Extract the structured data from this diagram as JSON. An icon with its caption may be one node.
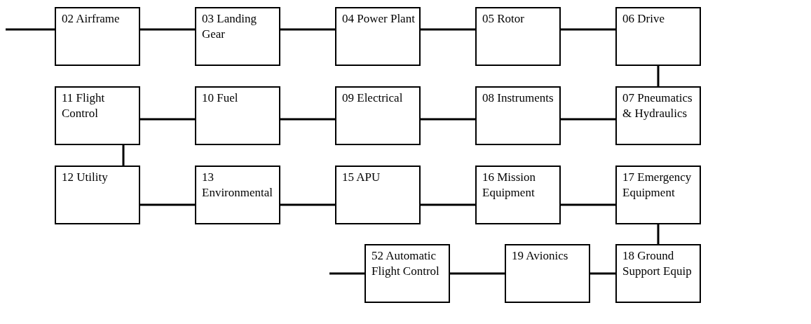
{
  "diagram": {
    "nodes": [
      {
        "text": [
          "02 Airframe"
        ]
      },
      {
        "text": [
          "03 Landing Gear"
        ]
      },
      {
        "text": [
          "04 Power Plant"
        ]
      },
      {
        "text": [
          "05 Rotor"
        ]
      },
      {
        "text": [
          "06 Drive"
        ]
      },
      {
        "text": [
          "11 Flight Control"
        ]
      },
      {
        "text": [
          "10 Fuel"
        ]
      },
      {
        "text": [
          "09 Electrical"
        ]
      },
      {
        "text": [
          "08 Instruments"
        ]
      },
      {
        "text": [
          "07 Pneumatics & Hydraulics"
        ]
      },
      {
        "text": [
          "12 Utility"
        ]
      },
      {
        "text": [
          "13 Environmental"
        ]
      },
      {
        "text": [
          "15 APU"
        ]
      },
      {
        "text": [
          "16 Mission Equipment"
        ]
      },
      {
        "text": [
          "17 Emergency Equipment"
        ]
      },
      {
        "text": [
          "52 Automatic Flight Control"
        ]
      },
      {
        "text": [
          "19 Avionics"
        ]
      },
      {
        "text": [
          "18 Ground Support Equip"
        ]
      }
    ],
    "edges": [
      {
        "from": null,
        "to": 0,
        "arrow": "none"
      },
      {
        "from": 0,
        "to": 1,
        "arrow": "none"
      },
      {
        "from": 1,
        "to": 2,
        "arrow": "none"
      },
      {
        "from": 2,
        "to": 3,
        "arrow": "none"
      },
      {
        "from": 3,
        "to": 4,
        "arrow": "none"
      },
      {
        "from": 4,
        "to": 9,
        "arrow": "none"
      },
      {
        "from": 9,
        "to": 8,
        "arrow": "none"
      },
      {
        "from": 8,
        "to": 7,
        "arrow": "none"
      },
      {
        "from": 7,
        "to": 6,
        "arrow": "none"
      },
      {
        "from": 6,
        "to": 5,
        "arrow": "none"
      },
      {
        "from": 5,
        "to": 10,
        "arrow": "none"
      },
      {
        "from": 10,
        "to": 11,
        "arrow": "none"
      },
      {
        "from": 11,
        "to": 12,
        "arrow": "none"
      },
      {
        "from": 12,
        "to": 13,
        "arrow": "none"
      },
      {
        "from": 13,
        "to": 14,
        "arrow": "none"
      },
      {
        "from": 14,
        "to": 17,
        "arrow": "none"
      },
      {
        "from": 17,
        "to": 16,
        "arrow": "none"
      },
      {
        "from": 16,
        "to": 15,
        "arrow": "none"
      },
      {
        "from": 15,
        "to": null,
        "arrow": "none"
      }
    ]
  }
}
